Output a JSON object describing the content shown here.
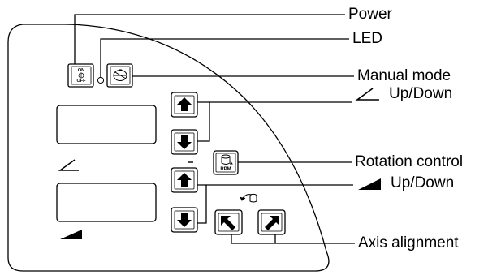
{
  "callouts": {
    "power": "Power",
    "led": "LED",
    "manual_mode": "Manual mode",
    "angle_up_down": "Up/Down",
    "rotation_control": "Rotation control",
    "wedge_up_down": "Up/Down",
    "axis_alignment": "Axis alignment"
  },
  "power_switch": {
    "on": "ON",
    "off": "OFF"
  },
  "rpm_button": {
    "label": "RPM"
  },
  "icons": {
    "angle_symbol": "angle-icon",
    "wedge_symbol": "wedge-icon",
    "up_arrow": "arrow-up-icon",
    "down_arrow": "arrow-down-icon",
    "rotate_left": "arrow-turn-left-icon",
    "rotate_right": "arrow-turn-right-icon",
    "manual": "manual-mode-icon",
    "rotation": "drum-rotation-icon"
  },
  "colors": {
    "line": "#000000",
    "panel_bg": "#ffffff"
  }
}
